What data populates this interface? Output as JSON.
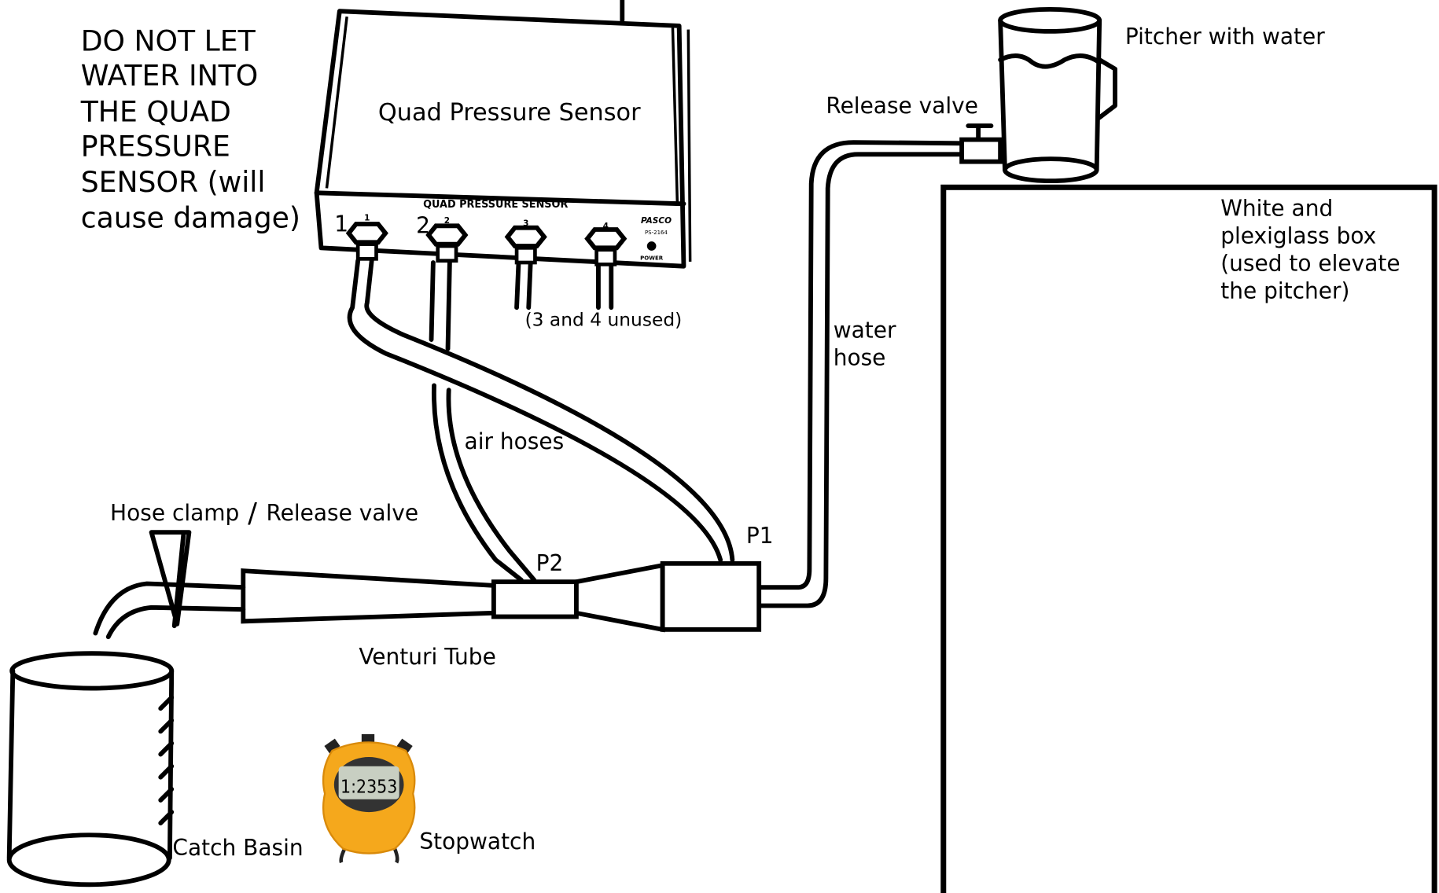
{
  "warning": [
    "DO NOT LET",
    "WATER INTO",
    "THE QUAD",
    "PRESSURE",
    "SENSOR (will",
    "cause damage)"
  ],
  "sensor": {
    "label": "Quad Pressure Sensor",
    "panel_label": "QUAD PRESSURE SENSOR",
    "port_labels": [
      "1",
      "2",
      "3",
      "4"
    ],
    "port_callouts": [
      "1",
      "2"
    ],
    "brand": "PASCO",
    "model": "PS-2164",
    "power_label": "POWER",
    "unused_note": "(3 and 4 unused)"
  },
  "labels": {
    "pitcher": "Pitcher with water",
    "release_valve": "Release valve",
    "box": [
      "White and",
      "plexiglass box",
      "(used to elevate",
      "the pitcher)"
    ],
    "water_hose": [
      "water",
      "hose"
    ],
    "air_hoses": "air hoses",
    "p1": "P1",
    "p2": "P2",
    "hose_clamp": "Hose clamp",
    "slash": "/",
    "clamp_release_valve": "Release valve",
    "venturi": "Venturi Tube",
    "catch_basin": "Catch Basin",
    "stopwatch": "Stopwatch"
  },
  "stopwatch": {
    "display": "1:2353",
    "color": "#f5a81c"
  }
}
